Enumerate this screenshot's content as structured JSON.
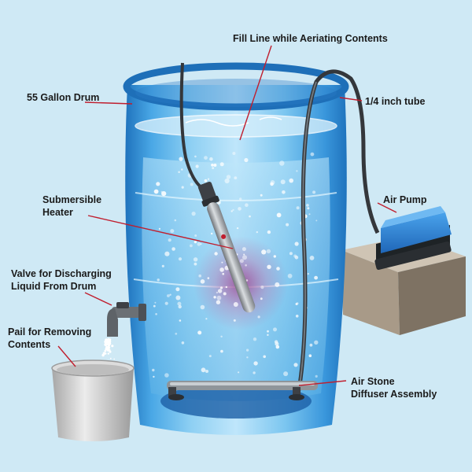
{
  "colors": {
    "background": "#cfe9f5",
    "drum_blue": "#2b87d0",
    "leader_red": "#c01e2e",
    "pump_blue": "#2a7fd2",
    "box_tan": "#a89a88"
  },
  "labels": {
    "fill_line": "Fill Line while Aeriating Contents",
    "drum": "55 Gallon Drum",
    "tube": "1/4 inch tube",
    "air_pump": "Air Pump",
    "heater": "Submersible\nHeater",
    "valve": "Valve for Discharging\nLiquid From Drum",
    "pail": "Pail for Removing\nContents",
    "air_stone": "Air Stone\nDiffuser Assembly"
  },
  "icons": [
    "drum",
    "heater",
    "air-pump",
    "valve",
    "pail",
    "air-stone",
    "air-tube",
    "support-box"
  ]
}
